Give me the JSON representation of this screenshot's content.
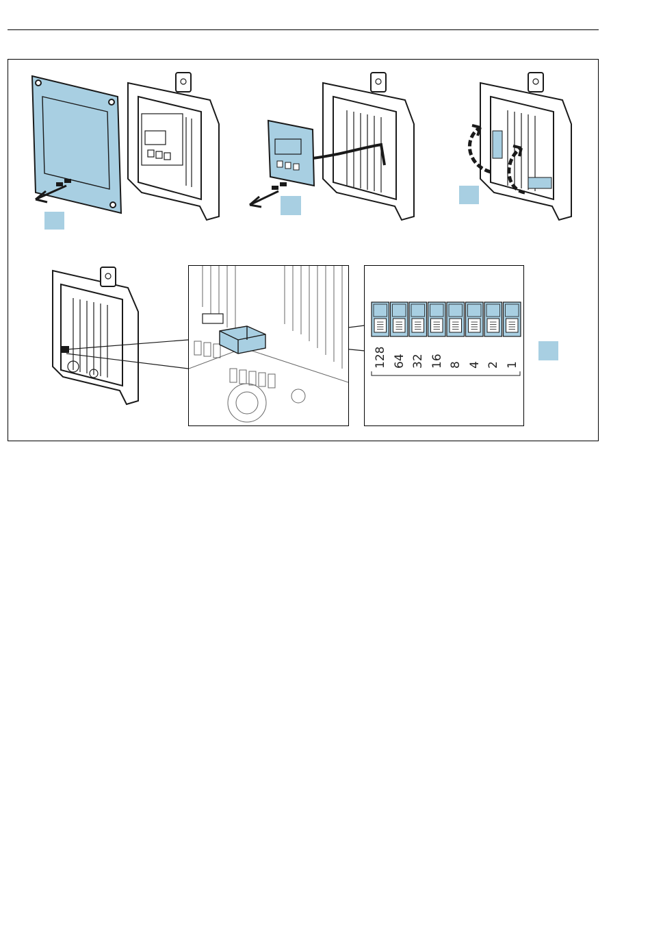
{
  "figure": {
    "marker_color": "#a8cfe2",
    "part_color": "#a8cfe2",
    "line_color": "#1a1a1a"
  },
  "dip_switch": {
    "values": [
      "128",
      "64",
      "32",
      "16",
      "8",
      "4",
      "2",
      "1"
    ]
  }
}
